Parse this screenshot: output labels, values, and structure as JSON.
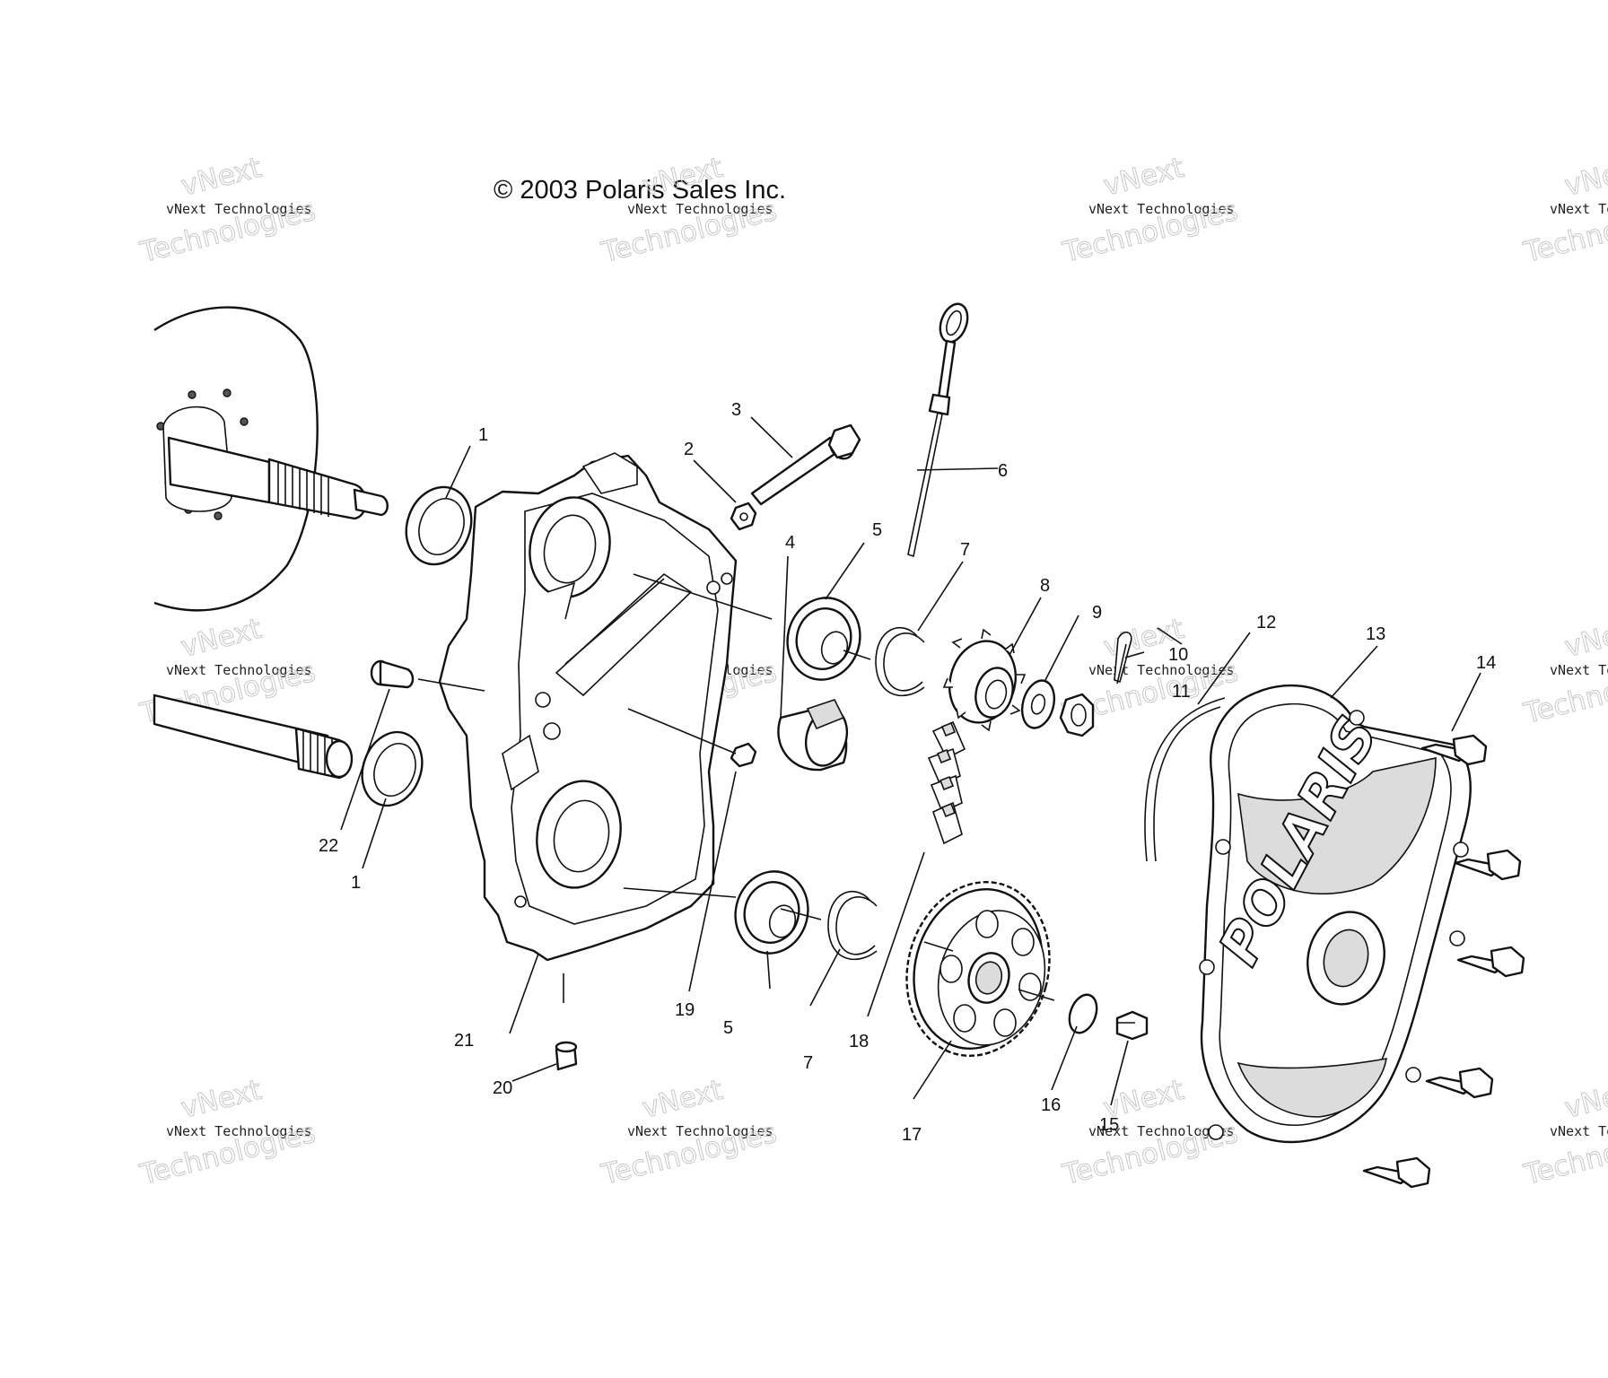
{
  "copyright": "© 2003 Polaris Sales Inc.",
  "watermark": {
    "line1": "vNext",
    "line2": "vNext Technologies",
    "line3": "Technologies"
  },
  "brand_logo_text": "POLARIS",
  "callouts": [
    "1",
    "1",
    "2",
    "3",
    "4",
    "5",
    "5",
    "6",
    "7",
    "7",
    "8",
    "9",
    "10",
    "11",
    "12",
    "13",
    "14",
    "15",
    "16",
    "17",
    "18",
    "19",
    "20",
    "21",
    "22"
  ]
}
